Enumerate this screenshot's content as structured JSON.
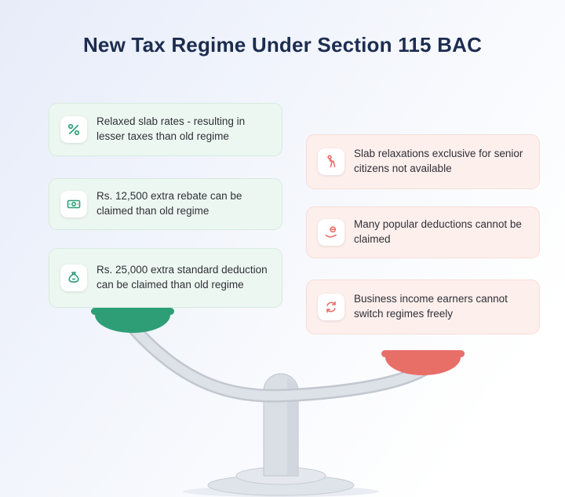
{
  "title": "New Tax Regime Under Section 115 BAC",
  "pros": {
    "items": [
      {
        "icon": "percent-icon",
        "text": "Relaxed slab rates - resulting in lesser taxes than old regime"
      },
      {
        "icon": "banknote-icon",
        "text": "Rs. 12,500  extra rebate can be claimed than old regime"
      },
      {
        "icon": "money-bag-icon",
        "text": "Rs. 25,000 extra standard deduction can be claimed than old regime"
      }
    ]
  },
  "cons": {
    "items": [
      {
        "icon": "senior-citizen-icon",
        "text": "Slab relaxations exclusive for senior citizens not available"
      },
      {
        "icon": "hand-coin-icon",
        "text": "Many popular deductions cannot be claimed"
      },
      {
        "icon": "switch-arrows-icon",
        "text": "Business income earners cannot switch regimes freely"
      }
    ]
  },
  "colors": {
    "pros_accent": "#2e9e77",
    "cons_accent": "#e86e68",
    "title_color": "#1c2d50",
    "pro_card_bg": "#edf7f1",
    "con_card_bg": "#fdefec"
  }
}
